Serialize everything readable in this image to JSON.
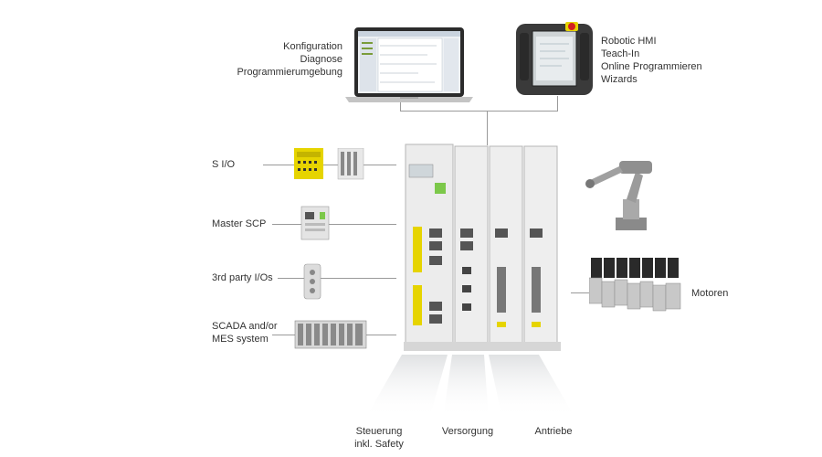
{
  "laptop": {
    "lines": [
      "Konfiguration",
      "Diagnose",
      "Programmierumgebung"
    ]
  },
  "hmi": {
    "lines": [
      "Robotic HMI",
      "Teach-In",
      "Online Programmieren",
      "Wizards"
    ]
  },
  "left_devices": [
    {
      "label": "S I/O"
    },
    {
      "label": "Master SCP"
    },
    {
      "label": "3rd party I/Os"
    },
    {
      "label": "SCADA and/or\nMES system"
    }
  ],
  "right_devices": [
    {
      "label": ""
    },
    {
      "label": "Motoren"
    }
  ],
  "bottom_labels": [
    "Steuerung\ninkl. Safety",
    "Versorgung",
    "Antriebe"
  ],
  "colors": {
    "safety_yellow": "#e6d400",
    "module_green": "#7cc84a",
    "connector_line": "#9a9a9a"
  }
}
